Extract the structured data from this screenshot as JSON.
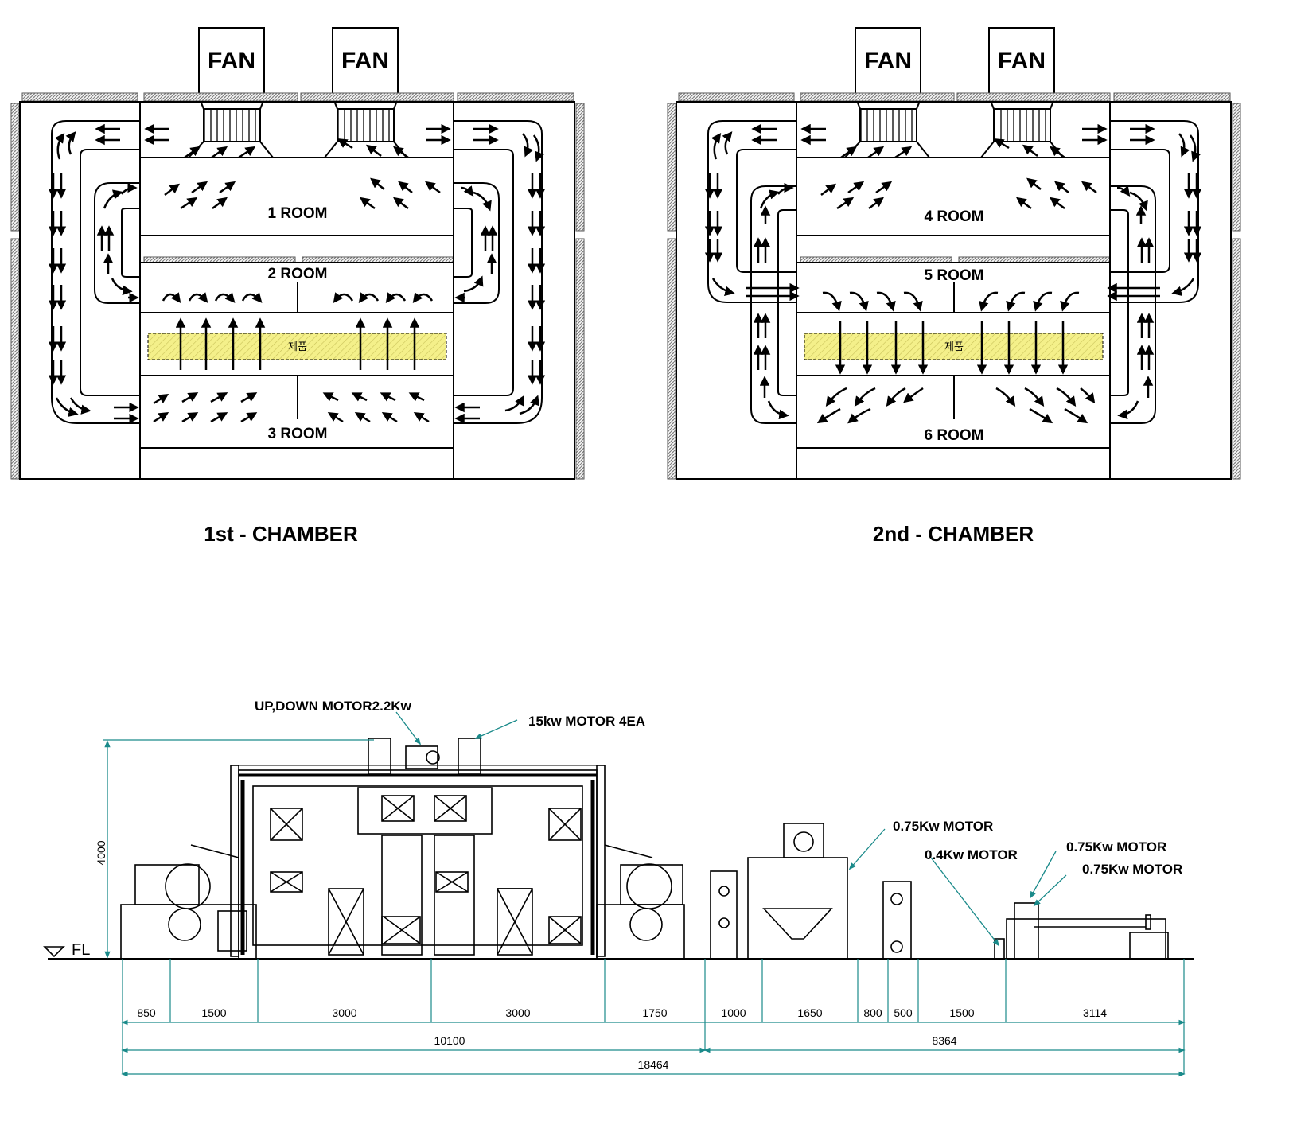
{
  "chamber1": {
    "fan_left": "FAN",
    "fan_right": "FAN",
    "room_top": "1 ROOM",
    "room_mid": "2 ROOM",
    "room_bottom": "3 ROOM",
    "product": "제품",
    "title": "1st - CHAMBER"
  },
  "chamber2": {
    "fan_left": "FAN",
    "fan_right": "FAN",
    "room_top": "4 ROOM",
    "room_mid": "5 ROOM",
    "room_bottom": "6 ROOM",
    "product": "제품",
    "title": "2nd - CHAMBER"
  },
  "side_view": {
    "labels": {
      "updown_motor": "UP,DOWN MOTOR2.2Kw",
      "main_motor": "15kw MOTOR 4EA",
      "motor_075_a": "0.75Kw MOTOR",
      "motor_04": "0.4Kw MOTOR",
      "motor_075_b": "0.75Kw MOTOR",
      "motor_075_c": "0.75Kw MOTOR",
      "height": "4000",
      "floor": "FL"
    },
    "dims_row1": [
      "850",
      "1500",
      "3000",
      "3000",
      "1750",
      "1000",
      "1650",
      "800",
      "500",
      "1500",
      "3114"
    ],
    "dims_row2": [
      "10100",
      "8364"
    ],
    "dims_row3": [
      "18464"
    ]
  },
  "colors": {
    "line": "#000000",
    "dimension": "#1a8a8a",
    "product_fill": "#f4f08a",
    "wall_hatch": "#9a9a9a"
  }
}
